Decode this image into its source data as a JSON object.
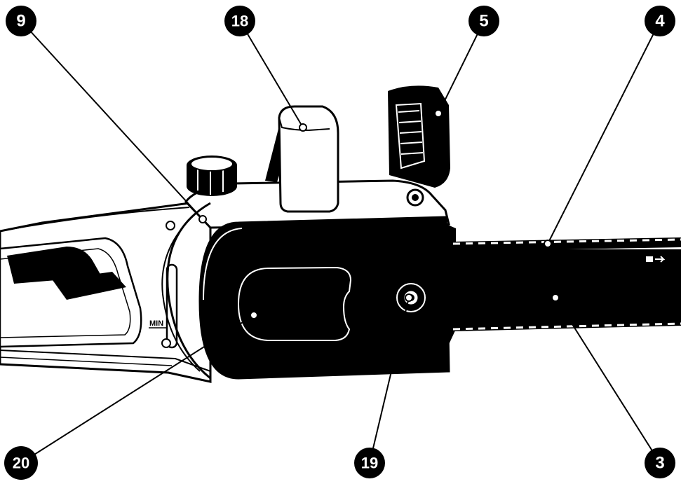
{
  "diagram": {
    "callouts": [
      {
        "id": "c9",
        "label": "9"
      },
      {
        "id": "c18",
        "label": "18"
      },
      {
        "id": "c5",
        "label": "5"
      },
      {
        "id": "c4",
        "label": "4"
      },
      {
        "id": "c20",
        "label": "20"
      },
      {
        "id": "c19",
        "label": "19"
      },
      {
        "id": "c3",
        "label": "3"
      }
    ],
    "oil_level_mark": "MIN",
    "colors": {
      "ink": "#000000",
      "paper": "#ffffff",
      "badge": "#000000",
      "badge_text": "#ffffff"
    }
  }
}
